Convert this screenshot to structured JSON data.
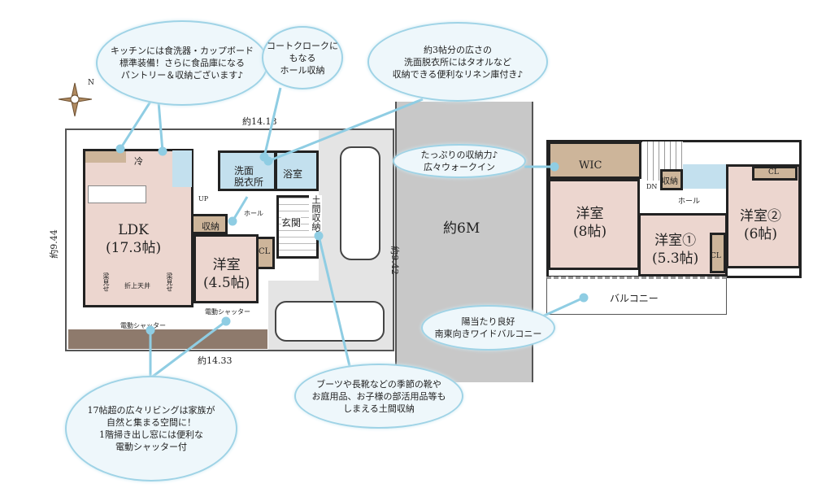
{
  "compass": {
    "label": "N"
  },
  "site": {
    "dim_top": "約14.18",
    "dim_bottom": "約14.33",
    "dim_left": "約9.44",
    "dim_right": "約9.42",
    "road": "約6M"
  },
  "floor1": {
    "ldk": "LDK\n(17.3帖)",
    "fridge": "冷",
    "ceiling": "折上天井",
    "beam_left": "梁見せ",
    "beam_right": "梁見せ",
    "washroom": "洗面\n脱衣所",
    "bath": "浴室",
    "up": "UP",
    "hall": "ホール",
    "storage": "収納",
    "genkan": "玄関",
    "doma_storage": "土間収納",
    "western": "洋室\n(4.5帖)",
    "cl": "CL",
    "shutter1": "電動シャッター",
    "shutter2": "電動シャッター"
  },
  "floor2": {
    "wic": "WIC",
    "dn": "DN",
    "storage": "収納",
    "hall": "ホール",
    "room8": "洋室\n(8帖)",
    "room1": "洋室①\n(5.3帖)",
    "room2": "洋室②\n(6帖)",
    "cl1": "CL",
    "cl2": "CL",
    "balcony": "バルコニー"
  },
  "callouts": {
    "kitchen": "キッチンには食洗器・カップボード\n標準装備！さらに食品庫になる\nパントリー＆収納ございます♪",
    "coat": "コートクロークにもなる\nホール収納",
    "linen": "約3帖分の広さの\n洗面脱衣所にはタオルなど\n収納できる便利なリネン庫付き♪",
    "wic": "たっぷりの収納力♪\n広々ウォークイン",
    "balcony": "陽当たり良好\n南東向きワイドバルコニー",
    "living": "17帖超の広々リビングは家族が\n自然と集まる空間に！\n1階掃き出し窓には便利な\n電動シャッター付",
    "doma": "ブーツや長靴などの季節の靴や\nお庭用品、お子様の部活用品等も\nしまえる土間収納"
  },
  "colors": {
    "line": "#8fcde3",
    "room": "#ecd6cf",
    "wet": "#c3e0ee",
    "road": "#c8c8c8"
  }
}
